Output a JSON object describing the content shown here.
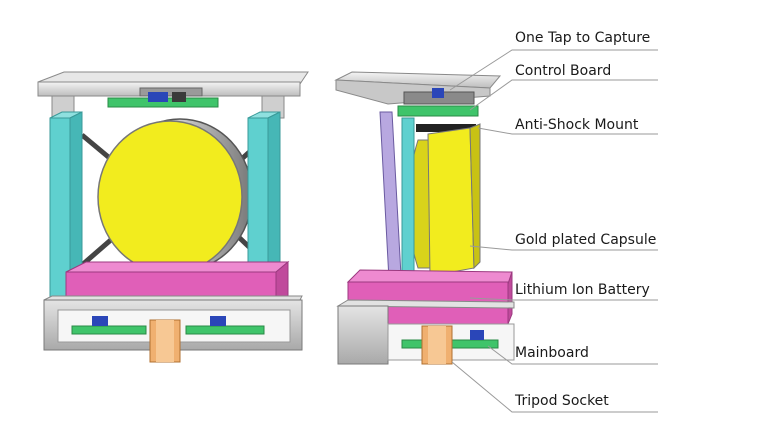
{
  "diagram": {
    "labels": [
      "One Tap to Capture",
      "Control Board",
      "Anti-Shock Mount",
      "Gold plated Capsule",
      "Lithium Ion Battery",
      "Mainboard",
      "Tripod Socket"
    ]
  },
  "colors": {
    "capsule": "#f2ec1e",
    "battery": "#e05fb8",
    "frame": "#5fd0cf",
    "board": "#3fc46a",
    "socket": "#f0b070",
    "casing": "#c9c9c9",
    "mount": "#b8a8e0"
  }
}
